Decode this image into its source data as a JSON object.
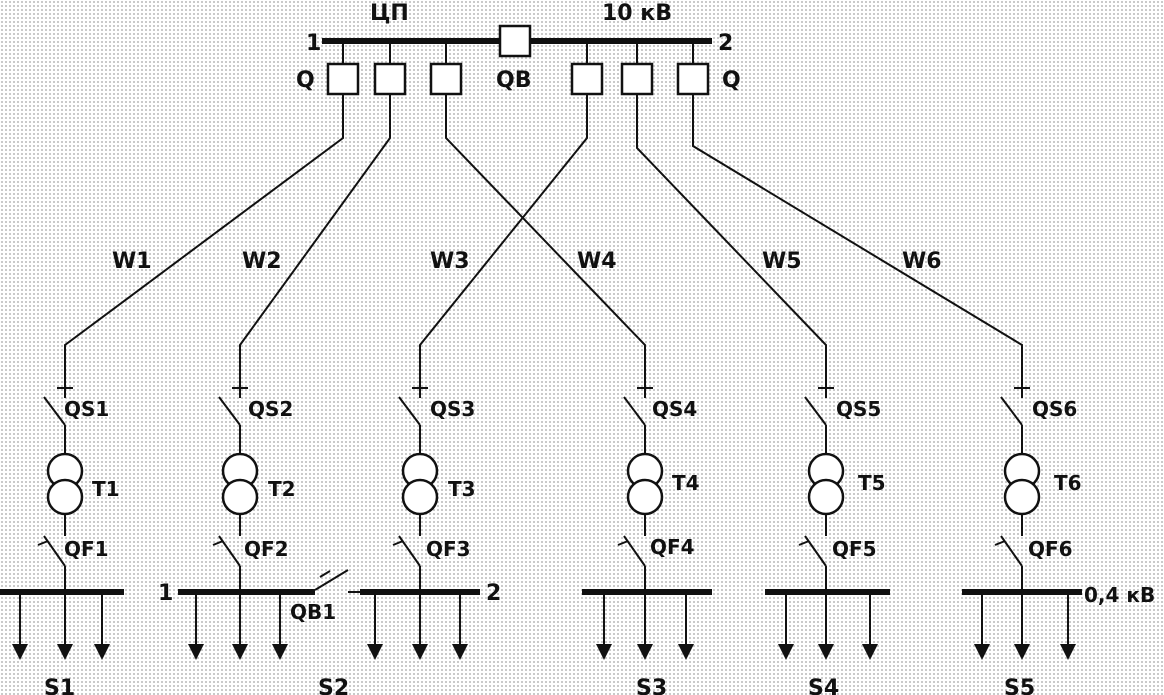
{
  "diagram": {
    "main_substation": {
      "name": "ЦП",
      "voltage": "10 кВ",
      "bus_1": "1",
      "bus_2": "2",
      "breaker_left": "Q",
      "breaker_right": "Q",
      "bus_tie": "QB"
    },
    "lines": [
      "W1",
      "W2",
      "W3",
      "W4",
      "W5",
      "W6"
    ],
    "feeders": [
      {
        "switch": "QS1",
        "transformer": "T1",
        "breaker": "QF1"
      },
      {
        "switch": "QS2",
        "transformer": "T2",
        "breaker": "QF2"
      },
      {
        "switch": "QS3",
        "transformer": "T3",
        "breaker": "QF3"
      },
      {
        "switch": "QS4",
        "transformer": "T4",
        "breaker": "QF4"
      },
      {
        "switch": "QS5",
        "transformer": "T5",
        "breaker": "QF5"
      },
      {
        "switch": "QS6",
        "transformer": "T6",
        "breaker": "QF6"
      }
    ],
    "substations": [
      "S1",
      "S2",
      "S3",
      "S4",
      "S5"
    ],
    "s2": {
      "bus_1": "1",
      "bus_2": "2",
      "tie": "QB1"
    },
    "low_voltage": "0,4 кВ"
  }
}
